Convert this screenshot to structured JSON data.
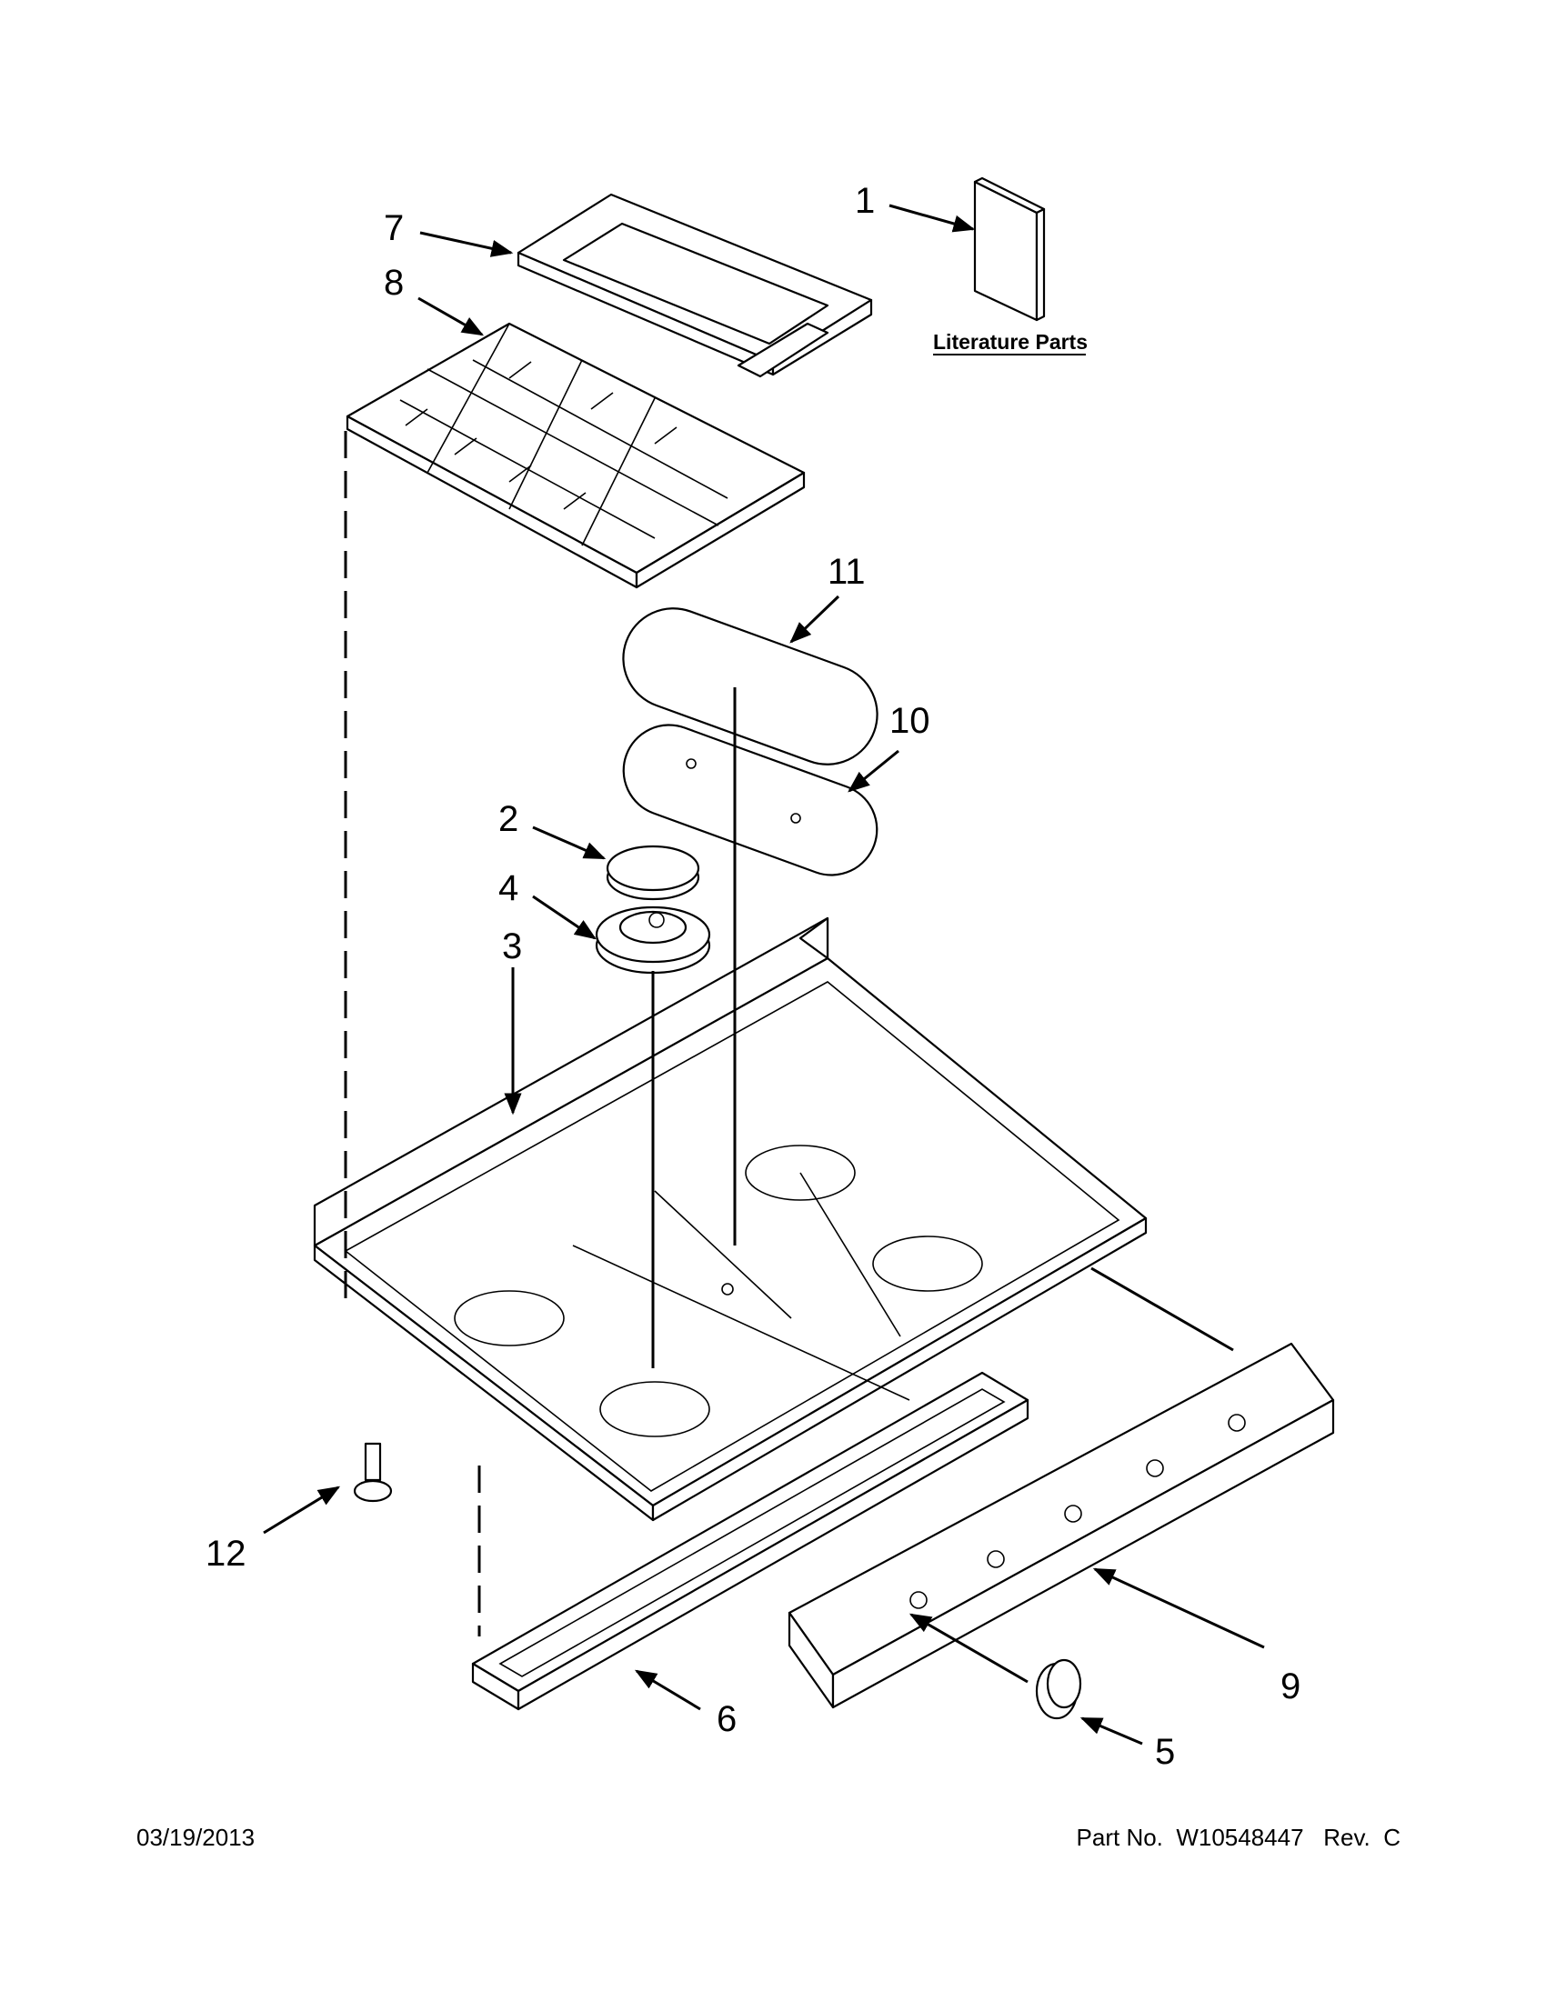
{
  "callouts": {
    "c1": "1",
    "c2": "2",
    "c3": "3",
    "c4": "4",
    "c5": "5",
    "c6": "6",
    "c7": "7",
    "c8": "8",
    "c9": "9",
    "c10": "10",
    "c11": "11",
    "c12": "12"
  },
  "literature_label": "Literature Parts",
  "footer": {
    "date": "03/19/2013",
    "part_no": "Part No.  W10548447   Rev.  C"
  }
}
